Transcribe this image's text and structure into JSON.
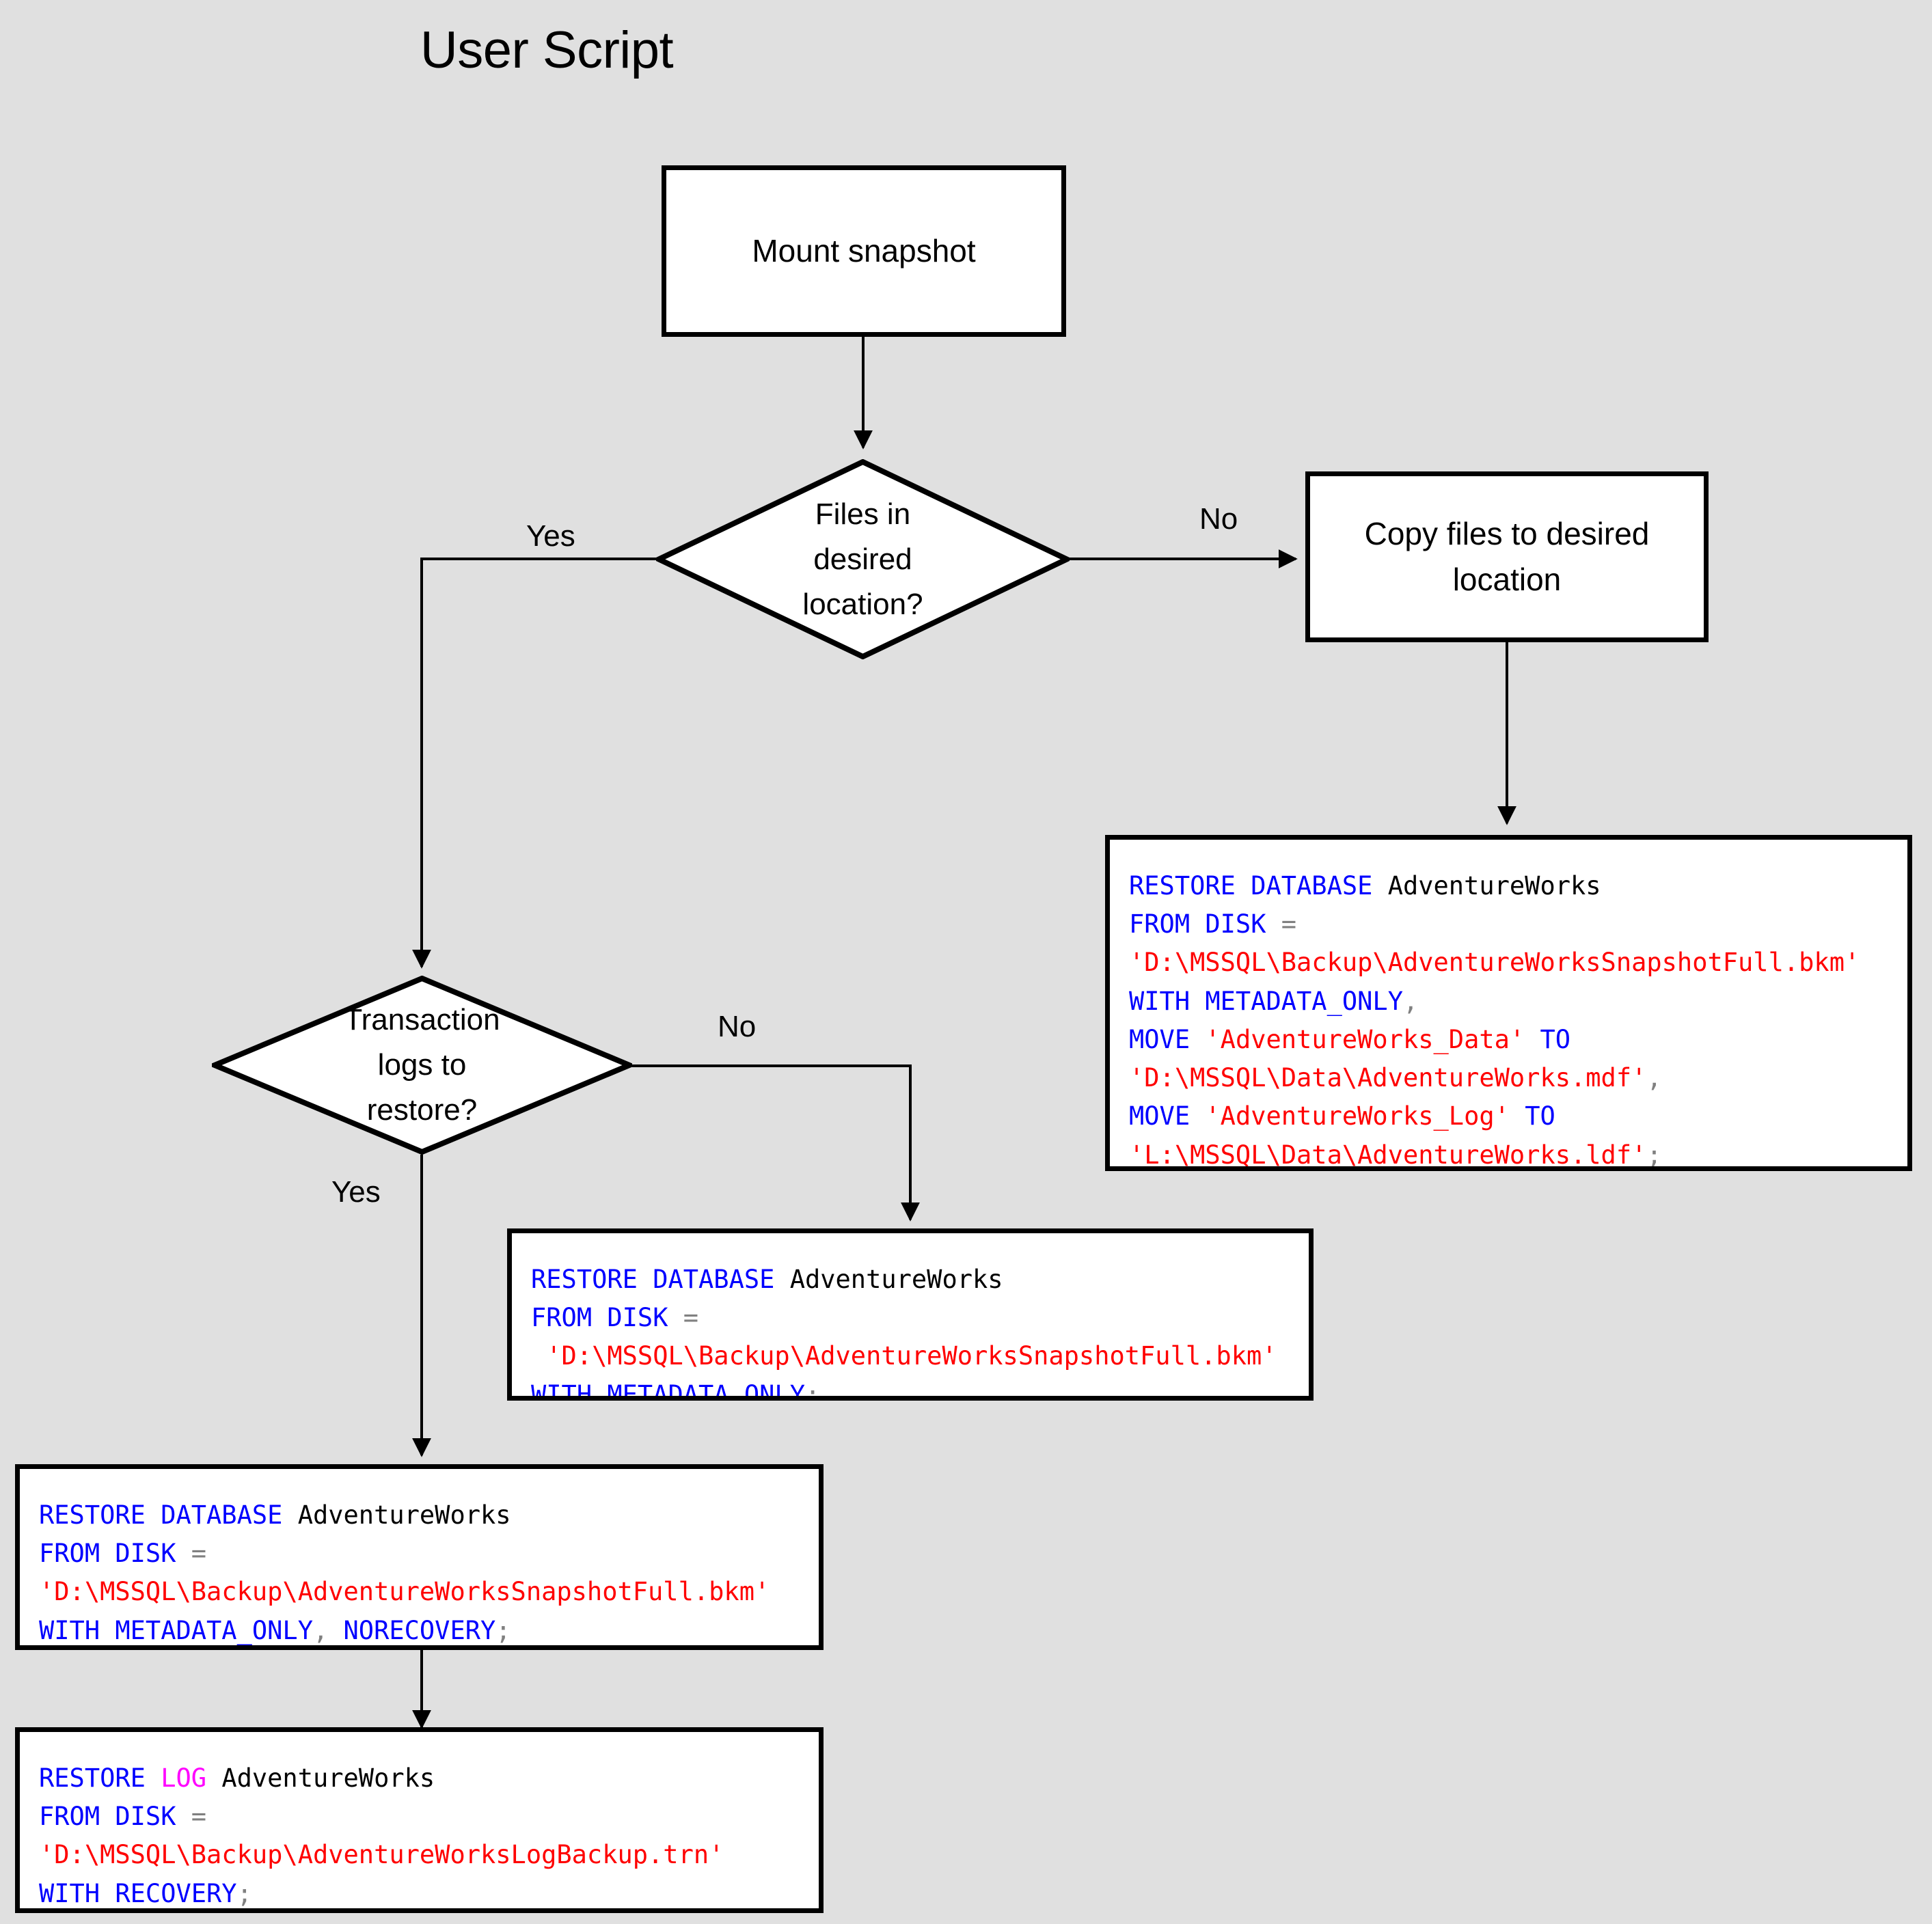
{
  "page": {
    "title": "User Script",
    "background_color": "#e0e0e0"
  },
  "colors": {
    "keyword": "#0000ff",
    "keyword_log": "#ff00ff",
    "string": "#ff0000",
    "punctuation": "#808080",
    "identifier": "#000000",
    "shape_border": "#000000",
    "shape_fill": "#ffffff"
  },
  "nodes": {
    "mount_snapshot": {
      "label": "Mount snapshot"
    },
    "decision_files": {
      "label": "Files in\ndesired\nlocation?"
    },
    "copy_files": {
      "label": "Copy files to desired\nlocation"
    },
    "decision_logs": {
      "label": "Transaction\nlogs to\nrestore?"
    }
  },
  "edge_labels": {
    "files_yes": "Yes",
    "files_no": "No",
    "logs_yes": "Yes",
    "logs_no": "No"
  },
  "code_blocks": {
    "restore_with_move": {
      "lines": [
        [
          {
            "t": "RESTORE DATABASE ",
            "c": "kw"
          },
          {
            "t": "AdventureWorks",
            "c": "id"
          }
        ],
        [
          {
            "t": "FROM DISK ",
            "c": "kw"
          },
          {
            "t": "=",
            "c": "pun"
          }
        ],
        [
          {
            "t": "'D:\\MSSQL\\Backup\\AdventureWorksSnapshotFull.bkm'",
            "c": "str"
          }
        ],
        [
          {
            "t": "WITH METADATA_ONLY",
            "c": "kw"
          },
          {
            "t": ",",
            "c": "pun"
          }
        ],
        [
          {
            "t": "MOVE ",
            "c": "kw"
          },
          {
            "t": "'AdventureWorks_Data'",
            "c": "str"
          },
          {
            "t": " TO",
            "c": "kw"
          }
        ],
        [
          {
            "t": "'D:\\MSSQL\\Data\\AdventureWorks.mdf'",
            "c": "str"
          },
          {
            "t": ",",
            "c": "pun"
          }
        ],
        [
          {
            "t": "MOVE ",
            "c": "kw"
          },
          {
            "t": "'AdventureWorks_Log'",
            "c": "str"
          },
          {
            "t": " TO",
            "c": "kw"
          }
        ],
        [
          {
            "t": "'L:\\MSSQL\\Data\\AdventureWorks.ldf'",
            "c": "str"
          },
          {
            "t": ";",
            "c": "pun"
          }
        ]
      ]
    },
    "restore_metadata_only": {
      "lines": [
        [
          {
            "t": "RESTORE DATABASE ",
            "c": "kw"
          },
          {
            "t": "AdventureWorks",
            "c": "id"
          }
        ],
        [
          {
            "t": "FROM DISK ",
            "c": "kw"
          },
          {
            "t": "=",
            "c": "pun"
          }
        ],
        [
          {
            "t": " 'D:\\MSSQL\\Backup\\AdventureWorksSnapshotFull.bkm'",
            "c": "str"
          }
        ],
        [
          {
            "t": "WITH METADATA_ONLY",
            "c": "kw"
          },
          {
            "t": ";",
            "c": "pun"
          }
        ]
      ]
    },
    "restore_norecovery": {
      "lines": [
        [
          {
            "t": "RESTORE DATABASE ",
            "c": "kw"
          },
          {
            "t": "AdventureWorks",
            "c": "id"
          }
        ],
        [
          {
            "t": "FROM DISK ",
            "c": "kw"
          },
          {
            "t": "=",
            "c": "pun"
          }
        ],
        [
          {
            "t": "'D:\\MSSQL\\Backup\\AdventureWorksSnapshotFull.bkm'",
            "c": "str"
          }
        ],
        [
          {
            "t": "WITH METADATA_ONLY",
            "c": "kw"
          },
          {
            "t": ", ",
            "c": "pun"
          },
          {
            "t": "NORECOVERY",
            "c": "kw"
          },
          {
            "t": ";",
            "c": "pun"
          }
        ]
      ]
    },
    "restore_log": {
      "lines": [
        [
          {
            "t": "RESTORE ",
            "c": "kw"
          },
          {
            "t": "LOG ",
            "c": "kw2"
          },
          {
            "t": "AdventureWorks",
            "c": "id"
          }
        ],
        [
          {
            "t": "FROM DISK ",
            "c": "kw"
          },
          {
            "t": "=",
            "c": "pun"
          }
        ],
        [
          {
            "t": "'D:\\MSSQL\\Backup\\AdventureWorksLogBackup.trn'",
            "c": "str"
          }
        ],
        [
          {
            "t": "WITH RECOVERY",
            "c": "kw"
          },
          {
            "t": ";",
            "c": "pun"
          }
        ]
      ]
    }
  }
}
